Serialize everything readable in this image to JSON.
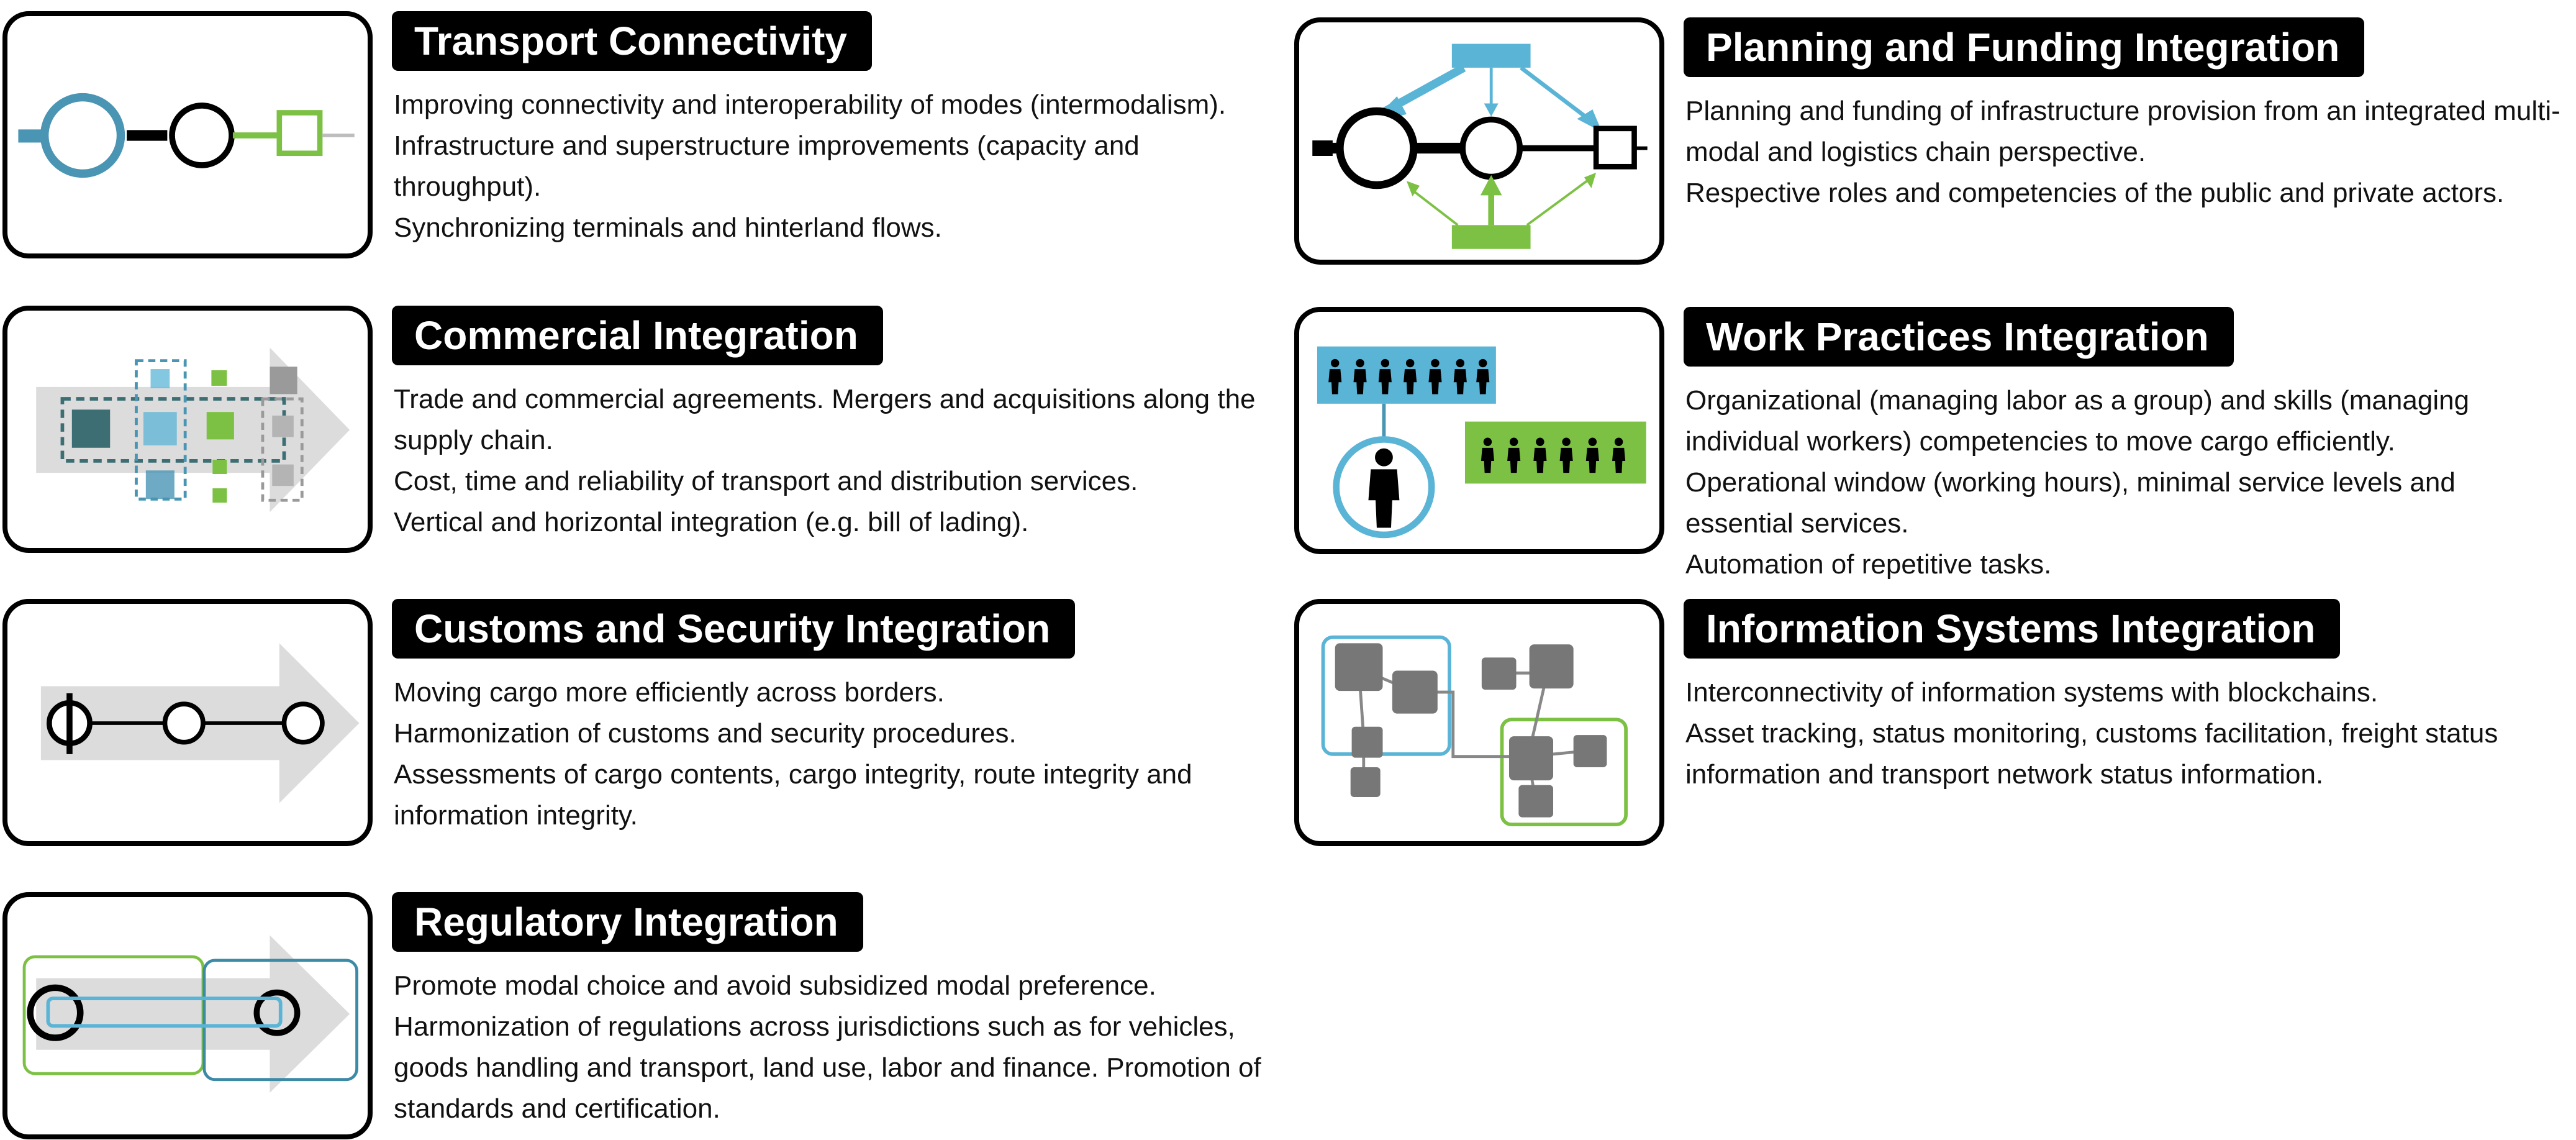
{
  "cards": [
    {
      "id": "transport",
      "title": "Transport Connectivity",
      "lines": [
        "Improving connectivity and interoperability of modes (intermodalism).",
        "Infrastructure and superstructure improvements (capacity and throughput).",
        "Synchronizing terminals and hinterland flows."
      ]
    },
    {
      "id": "commercial",
      "title": "Commercial Integration",
      "lines": [
        "Trade and commercial agreements. Mergers and acquisitions along the supply chain.",
        "Cost, time and reliability of transport and distribution services.",
        "Vertical and horizontal integration (e.g. bill of lading)."
      ]
    },
    {
      "id": "customs",
      "title": "Customs and Security Integration",
      "lines": [
        "Moving cargo more efficiently across borders.",
        "Harmonization of customs and security procedures.",
        "Assessments of cargo contents, cargo integrity, route integrity and information integrity."
      ]
    },
    {
      "id": "regulatory",
      "title": "Regulatory Integration",
      "lines": [
        "Promote modal choice and avoid subsidized modal preference.",
        "Harmonization of regulations across jurisdictions such as for vehicles, goods handling and transport, land use, labor and finance. Promotion of standards and certification."
      ]
    },
    {
      "id": "planning",
      "title": "Planning and Funding Integration",
      "lines": [
        "Planning and funding of infrastructure provision from an integrated multi-modal and logistics chain perspective.",
        "Respective roles and competencies of the public and private actors."
      ]
    },
    {
      "id": "work",
      "title": "Work Practices Integration",
      "lines": [
        "Organizational (managing labor as a group) and skills (managing individual workers) competencies to move cargo efficiently.",
        "Operational window (working hours), minimal service levels and essential services.",
        "Automation of repetitive tasks."
      ]
    },
    {
      "id": "infosys",
      "title": "Information Systems Integration",
      "lines": [
        "Interconnectivity of information systems with blockchains.",
        "Asset tracking, status monitoring, customs facilitation, freight status information and transport network status information."
      ]
    }
  ],
  "colors": {
    "blue": "#4a95b4",
    "light_blue": "#5ab4d6",
    "green": "#7cc144",
    "teal": "#3c6e73",
    "gray": "#7a7a7a",
    "light_gray": "#dcdcdc"
  },
  "icons": [
    "transport-connectivity-icon",
    "commercial-integration-icon",
    "customs-security-icon",
    "regulatory-integration-icon",
    "planning-funding-icon",
    "work-practices-icon",
    "information-systems-icon"
  ]
}
